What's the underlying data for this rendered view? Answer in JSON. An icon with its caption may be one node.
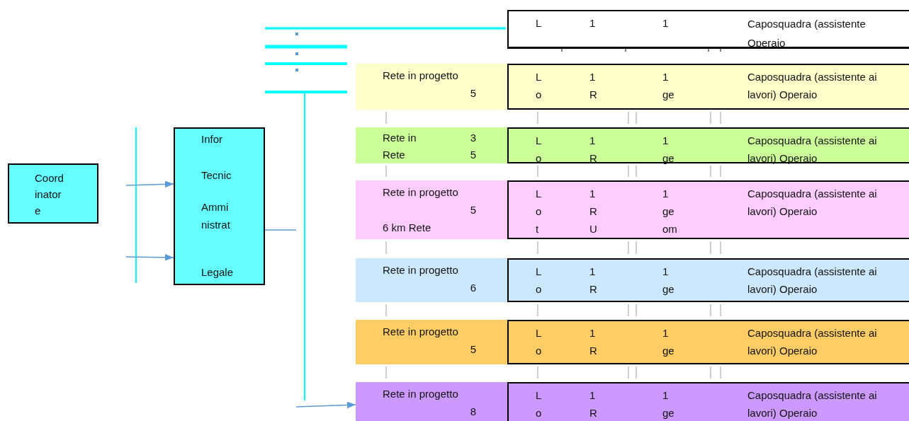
{
  "diagram": {
    "nodes": [
      {
        "text": [
          "Coord inator e"
        ]
      },
      {
        "text": [
          "Infor",
          "Tecnic",
          "Ammi nistrat",
          "Legale"
        ]
      },
      {
        "text": [
          "L",
          "1",
          "1",
          "Caposquadra (assistente Operaio"
        ]
      },
      {
        "text": [
          "Rete in progetto",
          "5"
        ]
      },
      {
        "text": [
          "L o",
          "1 R",
          "1 ge",
          "Caposquadra (assistente ai lavori) Operaio"
        ]
      },
      {
        "text": [
          "Rete in",
          "3",
          "Rete",
          "5"
        ]
      },
      {
        "text": [
          "L o",
          "1 R",
          "1 ge",
          "Caposquadra (assistente ai lavori) Operaio"
        ]
      },
      {
        "text": [
          "Rete in progetto",
          "5",
          "6 km Rete"
        ]
      },
      {
        "text": [
          "L o t",
          "1 R U",
          "1 ge om",
          "Caposquadra (assistente ai lavori) Operaio"
        ]
      },
      {
        "text": [
          "Rete in progetto",
          "6"
        ]
      },
      {
        "text": [
          "L o",
          "1 R",
          "1 ge",
          "Caposquadra (assistente ai lavori) Operaio"
        ]
      },
      {
        "text": [
          "Rete in progetto",
          "5"
        ]
      },
      {
        "text": [
          "L o",
          "1 R",
          "1 ge",
          "Caposquadra (assistente ai lavori) Operaio"
        ]
      },
      {
        "text": [
          "Rete in progetto",
          "8"
        ]
      },
      {
        "text": [
          "L o",
          "1 R",
          "1 ge",
          "Caposquadra (assistente ai lavori) Operaio"
        ]
      }
    ],
    "edges": [
      {
        "from": null,
        "to": 1,
        "arrow": "to"
      },
      {
        "from": null,
        "to": 1,
        "arrow": "to"
      },
      {
        "from": 1,
        "to": null,
        "arrow": "none"
      },
      {
        "from": null,
        "to": 13,
        "arrow": "to"
      }
    ]
  }
}
